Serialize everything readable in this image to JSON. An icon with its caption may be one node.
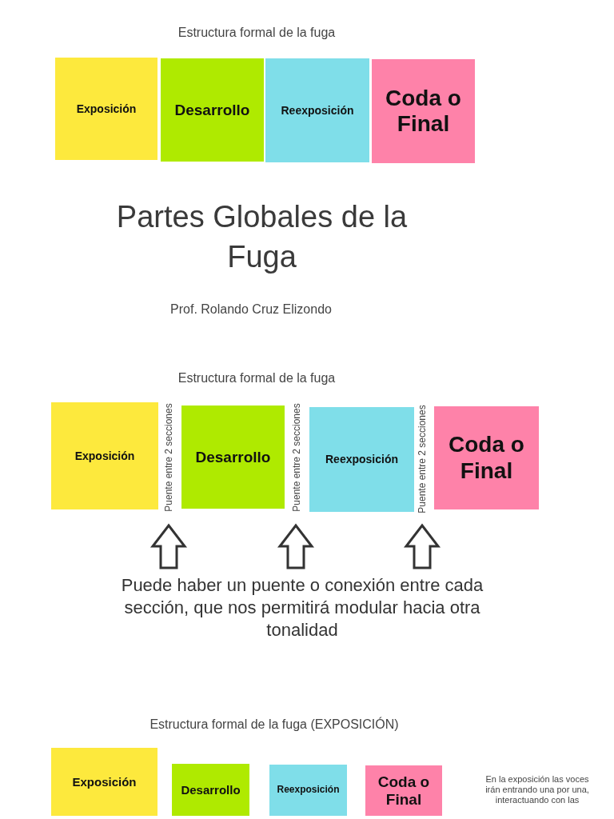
{
  "diagram": {
    "title": "Partes Globales de la Fuga",
    "nodes": [
      {
        "text": [
          "Exposición"
        ]
      },
      {
        "text": [
          "Desarrollo"
        ]
      },
      {
        "text": [
          "Reexposición"
        ]
      },
      {
        "text": [
          "Coda o Final"
        ]
      },
      {
        "text": [
          "Exposición"
        ]
      },
      {
        "text": [
          "Desarrollo"
        ]
      },
      {
        "text": [
          "Reexposición"
        ]
      },
      {
        "text": [
          "Coda o Final"
        ]
      },
      {
        "text": [
          "Exposición"
        ]
      },
      {
        "text": [
          "Desarrollo"
        ]
      },
      {
        "text": [
          "Reexposición"
        ]
      },
      {
        "text": [
          "Coda o Final"
        ]
      }
    ],
    "labels": [
      "Estructura formal de la fuga",
      "Prof. Rolando Cruz Elizondo",
      "Estructura formal de la fuga",
      "Puente entre 2 secciones",
      "Puente entre 2 secciones",
      "Puente entre 2 secciones",
      "Puede haber un puente o conexión entre cada sección, que nos permitirá modular hacia otra tonalidad",
      "Estructura formal de la fuga (EXPOSICIÓN)",
      "En la exposición las voces irán entrando una por una, interactuando con las"
    ]
  }
}
